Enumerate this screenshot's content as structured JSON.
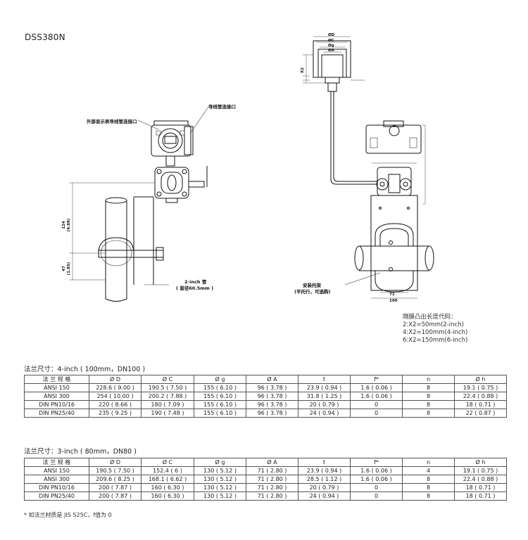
{
  "model": "DSS380N",
  "labels": {
    "ext_display": "外部显示表导线管连接口",
    "conduit": "导线管连接口",
    "pipe_line1": "2-inch 管",
    "pipe_line2": "( 直径60.5mm )",
    "bracket_line1": "安装托架",
    "bracket_line2": "(平托行，可选购)"
  },
  "dims": {
    "d124": "124",
    "d124b": "(4.88)",
    "d47": "47",
    "d47b": "(1.85)",
    "d71": "71",
    "d100": "100",
    "x2": "X2",
    "top_d": "ØD",
    "top_c": "ØC",
    "top_g": "Øg",
    "top_a": "ØA"
  },
  "note": {
    "title": "隔膜凸出长度代码：",
    "lines": [
      "2:X2=50mm(2-inch)",
      "4:X2=100mm(4-inch)",
      "6:X2=150mm(6-inch)"
    ]
  },
  "table1": {
    "title": "法兰尺寸：4-inch ( 100mm，DN100 )",
    "headers": [
      "法 兰 规 格",
      "Ø D",
      "Ø C",
      "Ø g",
      "Ø A",
      "t",
      "f*",
      "n",
      "Ø h"
    ],
    "rows": [
      [
        "ANSI 150",
        "228.6 ( 9.00 )",
        "190.5 ( 7.50 )",
        "155 ( 6.10 )",
        "96 ( 3.78 )",
        "23.9 ( 0.94 )",
        "1.6 ( 0.06 )",
        "8",
        "19.1 ( 0.75 )"
      ],
      [
        "ANSI 300",
        "254 ( 10.00 )",
        "200.2 ( 7.88 )",
        "155 ( 6.10 )",
        "96 ( 3.78 )",
        "31.8 ( 1.25 )",
        "1.6 ( 0.06 )",
        "8",
        "22.4 ( 0.88 )"
      ],
      [
        "DIN PN10/16",
        "220 ( 8.66 )",
        "180 ( 7.09 )",
        "155 ( 6.10 )",
        "96 ( 3.78 )",
        "20 ( 0.79 )",
        "0",
        "8",
        "18 ( 0.71 )"
      ],
      [
        "DIN PN25/40",
        "235 ( 9.25 )",
        "190 ( 7.48 )",
        "155 ( 6.10 )",
        "96 ( 3.78 )",
        "24 ( 0.94 )",
        "0",
        "8",
        "22 ( 0.87 )"
      ]
    ]
  },
  "table2": {
    "title": "法兰尺寸：3-inch ( 80mm，DN80 )",
    "headers": [
      "法 兰 规 格",
      "Ø D",
      "Ø C",
      "Ø g",
      "Ø A",
      "t",
      "f*",
      "n",
      "Ø h"
    ],
    "rows": [
      [
        "ANSI 150",
        "190.5 ( 7.50 )",
        "152.4 ( 6 )",
        "130 ( 5.12 )",
        "71 ( 2.80 )",
        "23.9 ( 0.94 )",
        "1.6 ( 0.06 )",
        "4",
        "19.1 ( 0.75 )"
      ],
      [
        "ANSI 300",
        "209.6 ( 8.25 )",
        "168.1 ( 6.62 )",
        "130 ( 5.12 )",
        "71 ( 2.80 )",
        "28.5 ( 1.12 )",
        "1.6 ( 0.06 )",
        "8",
        "22.4 ( 0.88 )"
      ],
      [
        "DIN PN10/16",
        "200 ( 7.87 )",
        "160 ( 6.30 )",
        "130 ( 5.12 )",
        "71 ( 2.80 )",
        "20 ( 0.79 )",
        "0",
        "8",
        "18 ( 0.71 )"
      ],
      [
        "DIN PN25/40",
        "200 ( 7.87 )",
        "160 ( 6.30 )",
        "130 ( 5.12 )",
        "71 ( 2.80 )",
        "24 ( 0.94 )",
        "0",
        "8",
        "18 ( 0.71 )"
      ]
    ]
  },
  "footnote": "* 如法兰材质是 JIS S25C，f值为 0"
}
